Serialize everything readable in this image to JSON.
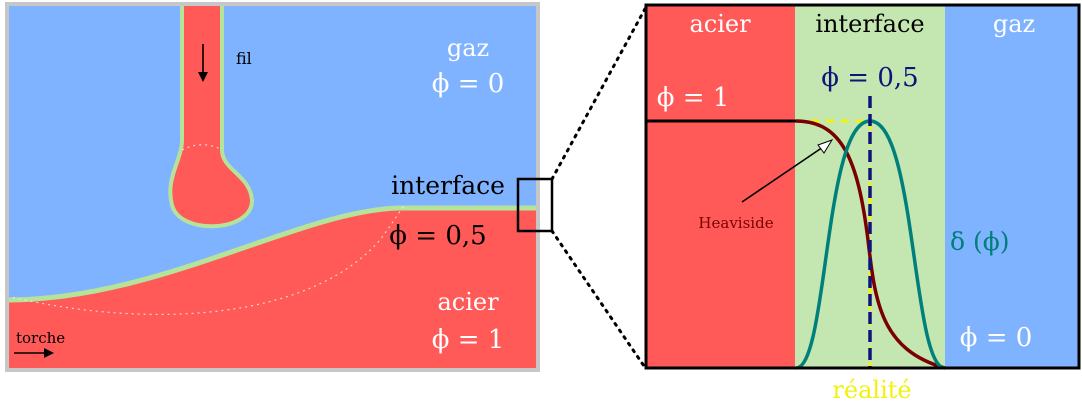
{
  "colors": {
    "steel": "#ff5a57",
    "gas": "#7fb2ff",
    "interface_band": "#c4e6b1",
    "interface_line": "#b6e39a",
    "heaviside": "#7a0000",
    "delta": "#00807a",
    "midline": "#10137a",
    "reality": "#f2f20a",
    "white_text": "#ffffff",
    "black": "#000000",
    "frame_grey": "#c7c7c7"
  },
  "left": {
    "wire_label": "fil",
    "gas_label": "gaz",
    "gas_phi": "ϕ = 0",
    "interface_label": "interface",
    "interface_phi": "ϕ = 0,5",
    "steel_label": "acier",
    "steel_phi": "ϕ = 1",
    "torch_label": "torche"
  },
  "right": {
    "steel_header": "acier",
    "interface_header": "interface",
    "gas_header": "gaz",
    "mid_phi": "ϕ = 0,5",
    "steel_phi": "ϕ = 1",
    "gas_phi": "ϕ = 0",
    "heaviside_label": "Heaviside",
    "delta_label": "δ (ϕ)",
    "reality_label": "réalité"
  }
}
